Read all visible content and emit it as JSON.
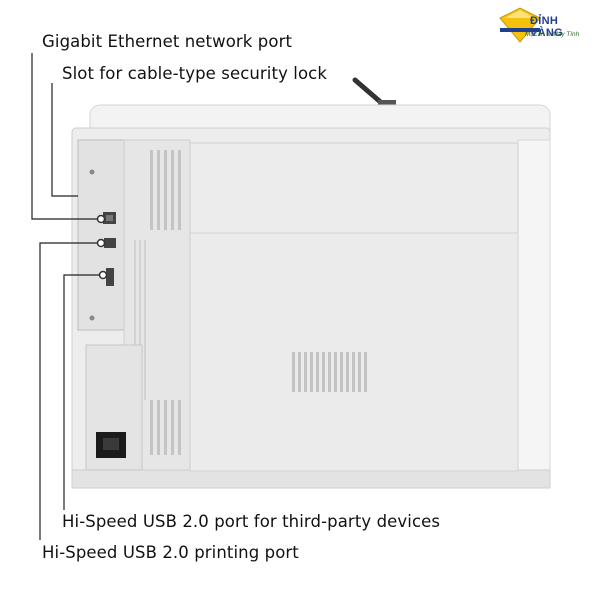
{
  "callouts": {
    "ethernet": "Gigabit Ethernet network port",
    "lock": "Slot for cable-type security lock",
    "usb_host": "Hi-Speed USB 2.0 port for third-party devices",
    "usb_printing": "Hi-Speed USB 2.0 printing port"
  },
  "brand": {
    "name": "ĐỈNH VÀNG",
    "tagline": "Mực In & Máy Tính",
    "icon": "yellow-gem-logo"
  },
  "colors": {
    "printer_body": "#eeeeee",
    "panel": "#e4e4e4",
    "vents": "#c9c9c9",
    "leader_line": "#222222",
    "brand_blue": "#1f3f8f",
    "brand_yellow": "#f4c20d"
  }
}
